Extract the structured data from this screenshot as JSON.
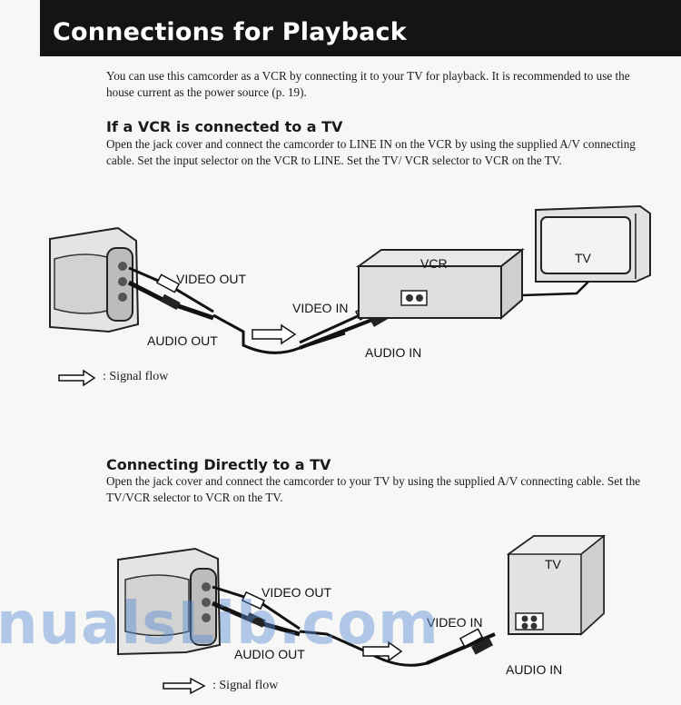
{
  "header": {
    "title": "Connections for Playback"
  },
  "intro": "You can use this camcorder as a VCR by connecting it to your TV for playback. It is recommended to use the house current as the power source (p. 19).",
  "section1": {
    "heading": "If a VCR is connected to a TV",
    "body": "Open the jack cover and connect the camcorder to LINE IN on the VCR by using the supplied A/V connecting cable. Set the input selector on the VCR to LINE. Set the TV/ VCR selector to VCR on the TV."
  },
  "diagram1": {
    "video_out": "VIDEO OUT",
    "audio_out": "AUDIO OUT",
    "video_in": "VIDEO IN",
    "audio_in": "AUDIO IN",
    "vcr": "VCR",
    "tv": "TV",
    "legend": ": Signal flow"
  },
  "section2": {
    "heading": "Connecting Directly to a TV",
    "body": "Open the jack cover and connect the camcorder to your TV by using the supplied A/V connecting cable. Set the TV/VCR selector to VCR on the TV."
  },
  "diagram2": {
    "video_out": "VIDEO OUT",
    "audio_out": "AUDIO OUT",
    "video_in": "VIDEO IN",
    "audio_in": "AUDIO IN",
    "tv": "TV",
    "legend": ": Signal flow"
  },
  "watermark": "nualsLib.com"
}
